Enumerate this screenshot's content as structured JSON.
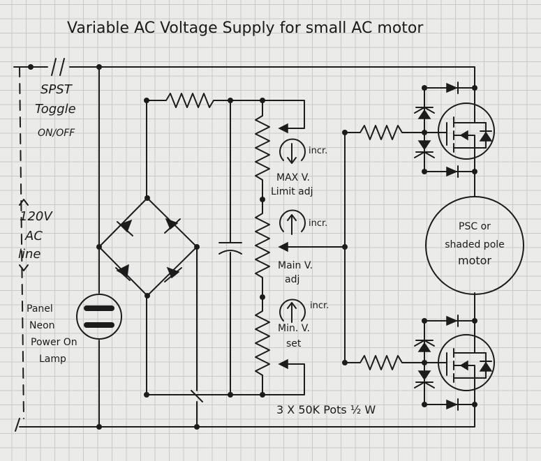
{
  "title": "Variable AC Voltage Supply for small AC motor",
  "switch": {
    "line1": "SPST",
    "line2": "Toggle",
    "line3": "ON/OFF"
  },
  "ac_line": {
    "line1": "120V",
    "line2": "AC",
    "line3": "line"
  },
  "neon": {
    "line1": "Panel",
    "line2": "Neon",
    "line3": "Power On",
    "line4": "Lamp"
  },
  "pots": {
    "max_label_1": "MAX V.",
    "max_label_2": "Limit adj",
    "main_label_1": "Main V.",
    "main_label_2": "adj",
    "min_label_1": "Min. V.",
    "min_label_2": "set",
    "incr": "incr.",
    "rating": "3 X 50K Pots ½ W"
  },
  "motor": {
    "line1": "PSC or",
    "line2": "shaded pole",
    "line3": "motor"
  }
}
